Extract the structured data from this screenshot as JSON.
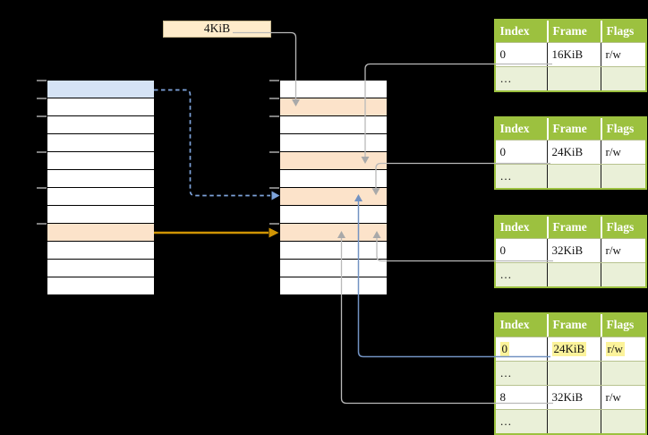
{
  "page_size_label": {
    "text": "4KiB"
  },
  "memory_columns": {
    "virtual": {
      "rows": [
        "blue",
        "white",
        "white",
        "white",
        "white",
        "white",
        "white",
        "white",
        "peach",
        "white",
        "white",
        "white"
      ]
    },
    "physical": {
      "rows": [
        "white",
        "peach",
        "white",
        "white",
        "peach",
        "white",
        "peach",
        "white",
        "peach",
        "white",
        "white",
        "white"
      ]
    }
  },
  "page_table_columns": [
    "Index",
    "Frame",
    "Flags"
  ],
  "page_tables": [
    {
      "id": "page-table-1",
      "rows": [
        {
          "cells": [
            "0",
            "16KiB",
            "r/w"
          ],
          "more": false,
          "highlight": false
        },
        {
          "cells": [
            "…",
            "",
            ""
          ],
          "more": true,
          "highlight": false
        }
      ]
    },
    {
      "id": "page-table-2",
      "rows": [
        {
          "cells": [
            "0",
            "24KiB",
            "r/w"
          ],
          "more": false,
          "highlight": false
        },
        {
          "cells": [
            "…",
            "",
            ""
          ],
          "more": true,
          "highlight": false
        }
      ]
    },
    {
      "id": "page-table-3",
      "rows": [
        {
          "cells": [
            "0",
            "32KiB",
            "r/w"
          ],
          "more": false,
          "highlight": false
        },
        {
          "cells": [
            "…",
            "",
            ""
          ],
          "more": true,
          "highlight": false
        }
      ]
    },
    {
      "id": "page-table-4",
      "rows": [
        {
          "cells": [
            "0",
            "24KiB",
            "r/w"
          ],
          "more": false,
          "highlight": true
        },
        {
          "cells": [
            "…",
            "",
            ""
          ],
          "more": true,
          "highlight": false
        },
        {
          "cells": [
            "8",
            "32KiB",
            "r/w"
          ],
          "more": false,
          "highlight": false
        },
        {
          "cells": [
            "…",
            "",
            ""
          ],
          "more": true,
          "highlight": false
        }
      ]
    }
  ],
  "connectors": [
    {
      "from": "page-size-label",
      "to": "physical-memory-row-1",
      "color": "gray",
      "style": "solid"
    },
    {
      "from": "page-table-1-row-0",
      "to": "physical-memory-row-4",
      "color": "gray",
      "style": "solid"
    },
    {
      "from": "page-table-2-row-0",
      "to": "physical-memory-row-6",
      "color": "gray",
      "style": "solid"
    },
    {
      "from": "page-table-3-row-0",
      "to": "physical-memory-row-8",
      "color": "gray",
      "style": "solid"
    },
    {
      "from": "page-table-4-row-0",
      "to": "physical-memory-row-6",
      "color": "blue",
      "style": "solid"
    },
    {
      "from": "page-table-4-row-8",
      "to": "physical-memory-row-8",
      "color": "gray",
      "style": "solid"
    },
    {
      "from": "virtual-memory-row-0",
      "to": "physical-memory-row-6",
      "color": "blue",
      "style": "dashed"
    },
    {
      "from": "virtual-memory-row-8",
      "to": "physical-memory-row-8",
      "color": "amber",
      "style": "solid"
    }
  ],
  "colors": {
    "table_header_green": "#9cc13f",
    "table_row_green": "#eaf0d8",
    "memory_row_peach": "#fce3ca",
    "memory_row_blue": "#d5e3f5",
    "label_cream": "#ffeccb",
    "highlight_yellow": "#fcf39b",
    "arrow_gray": "#b9b9b9",
    "arrow_blue": "#7292c2",
    "arrow_blue_dashed": "#7da3db",
    "arrow_amber": "#cf9404"
  }
}
